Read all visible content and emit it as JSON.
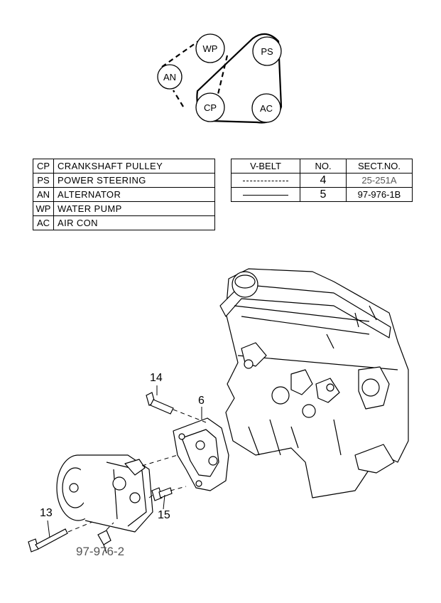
{
  "belt_diagram": {
    "pulleys": [
      {
        "code": "WP"
      },
      {
        "code": "PS"
      },
      {
        "code": "AN"
      },
      {
        "code": "CP"
      },
      {
        "code": "AC"
      }
    ]
  },
  "legend": [
    {
      "code": "CP",
      "name": "CRANKSHAFT  PULLEY"
    },
    {
      "code": "PS",
      "name": "POWER  STEERING"
    },
    {
      "code": "AN",
      "name": "ALTERNATOR"
    },
    {
      "code": "WP",
      "name": "WATER  PUMP"
    },
    {
      "code": "AC",
      "name": "AIR  CON"
    }
  ],
  "vbelt_table": {
    "headers": [
      "V-BELT",
      "NO.",
      "SECT.NO."
    ],
    "rows": [
      {
        "line_style": "dashed",
        "no": "4",
        "sect": "25-251A"
      },
      {
        "line_style": "solid",
        "no": "5",
        "sect": "97-976-1B"
      }
    ]
  },
  "callouts": {
    "c14": "14",
    "c6": "6",
    "c13": "13",
    "c15": "15",
    "section_ref": "97-976-2"
  }
}
